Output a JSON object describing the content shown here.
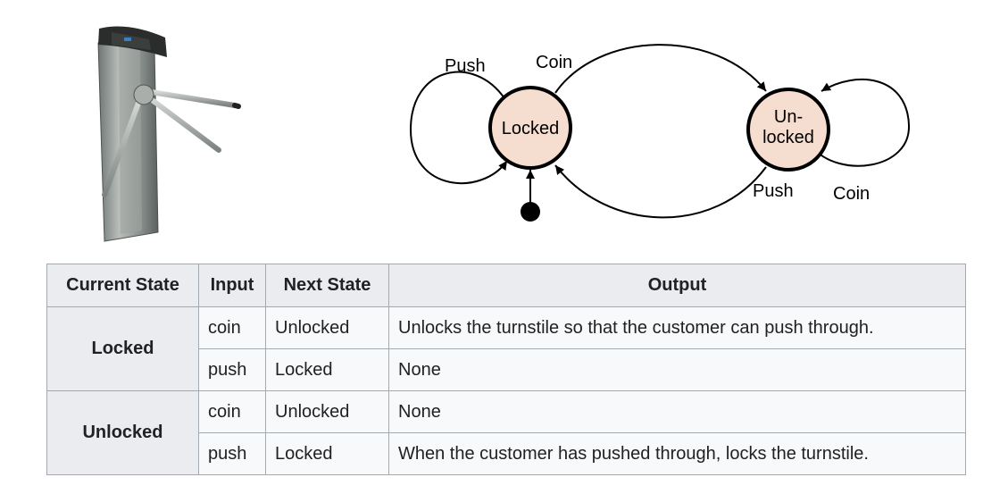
{
  "diagram": {
    "states": [
      {
        "id": "locked",
        "lines": [
          "Locked"
        ]
      },
      {
        "id": "unlocked",
        "lines": [
          "Un-",
          "locked"
        ]
      }
    ],
    "edge_labels": {
      "locked_self": "Push",
      "locked_to_unlocked": "Coin",
      "unlocked_to_locked": "Push",
      "unlocked_self": "Coin"
    },
    "state_fill": "#f5ddd0"
  },
  "table": {
    "headers": [
      "Current State",
      "Input",
      "Next State",
      "Output"
    ],
    "groups": [
      {
        "state": "Locked",
        "rows": [
          {
            "input": "coin",
            "next": "Unlocked",
            "output": "Unlocks the turnstile so that the customer can push through."
          },
          {
            "input": "push",
            "next": "Locked",
            "output": "None"
          }
        ]
      },
      {
        "state": "Unlocked",
        "rows": [
          {
            "input": "coin",
            "next": "Unlocked",
            "output": "None"
          },
          {
            "input": "push",
            "next": "Locked",
            "output": "When the customer has pushed through, locks the turnstile."
          }
        ]
      }
    ]
  }
}
